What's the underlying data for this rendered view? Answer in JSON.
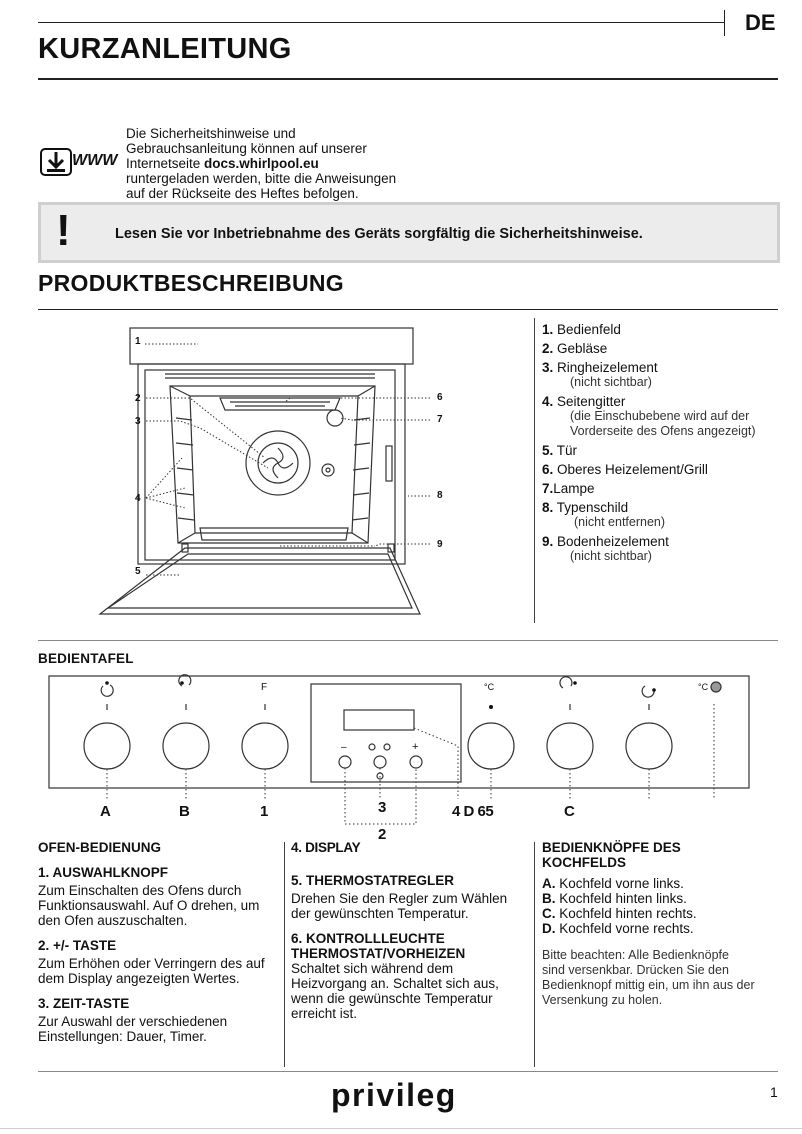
{
  "header": {
    "lang": "DE",
    "title": "KURZANLEITUNG"
  },
  "intro": {
    "www_label": "WWW",
    "line1": "Die Sicherheitshinweise und",
    "line2": "Gebrauchsanleitung können auf unserer",
    "line3_prefix": "Internetseite ",
    "line3_link": "docs.whirlpool.eu",
    "line4": "runtergeladen werden, bitte die Anweisungen",
    "line5": "auf der Rückseite des Heftes befolgen."
  },
  "warning": {
    "symbol": "!",
    "text": "Lesen Sie vor Inbetriebnahme des Geräts sorgfältig die Sicherheitshinweise."
  },
  "product": {
    "title": "PRODUKTBESCHREIBUNG",
    "callouts": [
      "1",
      "2",
      "3",
      "4",
      "5",
      "6",
      "7",
      "8",
      "9"
    ],
    "legend": [
      {
        "num": "1.",
        "label": "Bedienfeld",
        "sub": ""
      },
      {
        "num": "2.",
        "label": "Gebläse",
        "sub": ""
      },
      {
        "num": "3.",
        "label": "Ringheizelement",
        "sub": "(nicht sichtbar)"
      },
      {
        "num": "4.",
        "label": "Seitengitter",
        "sub": "(die Einschubebene wird auf der",
        "sub2": "Vorderseite des Ofens angezeigt)"
      },
      {
        "num": "5.",
        "label": "Tür",
        "sub": ""
      },
      {
        "num": "6.",
        "label": "Oberes Heizelement/Grill",
        "sub": ""
      },
      {
        "num": "7.",
        "label": "Lampe",
        "sub": ""
      },
      {
        "num": "8.",
        "label": "Typenschild",
        "sub": "(nicht entfernen)"
      },
      {
        "num": "9.",
        "label": "Bodenheizelement",
        "sub": "(nicht sichtbar)"
      }
    ]
  },
  "panel": {
    "title": "BEDIENTAFEL",
    "knob_symbols": [
      "F",
      "°C",
      "°C"
    ],
    "display_symbols": [
      "–",
      "+"
    ],
    "labels": {
      "a": "A",
      "b": "B",
      "one": "1",
      "three": "3",
      "four": "4 D 65",
      "c": "C",
      "two": "2"
    }
  },
  "col1": {
    "title": "OFEN-BEDIENUNG",
    "h1": "1. AUSWAHLKNOPF",
    "p1a": "Zum Einschalten des Ofens durch",
    "p1b": "Funktionsauswahl. Auf",
    "p1b_symbol": "O",
    "p1c": "drehen, um",
    "p1d": "den Ofen auszuschalten.",
    "h2": "2. +/- TASTE",
    "p2a": "Zum Erhöhen oder Verringern des auf",
    "p2b": "dem Display angezeigten Wertes.",
    "h3": "3. ZEIT-TASTE",
    "p3a": "Zur Auswahl der verschiedenen",
    "p3b": "Einstellungen: Dauer,  Timer."
  },
  "col2": {
    "h4": "4. DISPLAY",
    "h5": "5. THERMOSTATREGLER",
    "p5a": "Drehen Sie den Regler zum Wählen",
    "p5b": "der gewünschten Temperatur.",
    "h6a": "6. KONTROLLLEUCHTE",
    "h6b": "THERMOSTAT/VORHEIZEN",
    "p6a": "Schaltet sich während dem",
    "p6b": "Heizvorgang an. Schaltet sich aus,",
    "p6c": "wenn die gewünschte Temperatur",
    "p6d": "erreicht ist."
  },
  "col3": {
    "title1": "BEDIENKNÖPFE DES",
    "title2": "KOCHFELDS",
    "items": [
      {
        "k": "A.",
        "t": "Kochfeld vorne links."
      },
      {
        "k": "B.",
        "t": "Kochfeld hinten links."
      },
      {
        "k": "C.",
        "t": "Kochfeld hinten rechts."
      },
      {
        "k": "D.",
        "t": "Kochfeld vorne rechts."
      }
    ],
    "note1": "Bitte beachten: Alle Bedienknöpfe",
    "note2": "sind versenkbar. Drücken Sie den",
    "note3": "Bedienknopf mittig ein, um ihn aus der",
    "note4": "Versenkung zu holen."
  },
  "footer": {
    "brand": "privileg",
    "page": "1"
  }
}
